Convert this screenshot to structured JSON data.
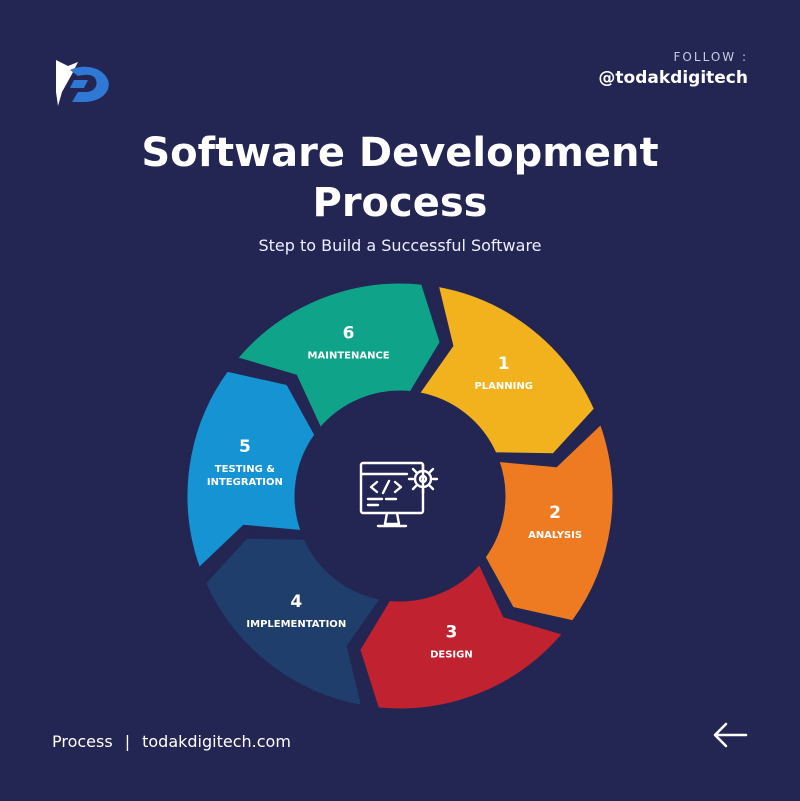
{
  "header": {
    "follow_label": "FOLLOW :",
    "follow_handle": "@todakdigitech"
  },
  "title_line1": "Software Development",
  "title_line2": "Process",
  "subtitle": "Step to Build a Successful Software",
  "steps": [
    {
      "number": "1",
      "label_lines": [
        "PLANNING"
      ],
      "color": "#f2b21d"
    },
    {
      "number": "2",
      "label_lines": [
        "ANALYSIS"
      ],
      "color": "#ee7b22"
    },
    {
      "number": "3",
      "label_lines": [
        "DESIGN"
      ],
      "color": "#c0222f"
    },
    {
      "number": "4",
      "label_lines": [
        "IMPLEMENTATION"
      ],
      "color": "#203e6b"
    },
    {
      "number": "5",
      "label_lines": [
        "TESTING &",
        "INTEGRATION"
      ],
      "color": "#1593d3"
    },
    {
      "number": "6",
      "label_lines": [
        "MAINTENANCE"
      ],
      "color": "#0fa48a"
    }
  ],
  "center_icon": "code-monitor-gear-icon",
  "footer": {
    "left": "Process",
    "separator": "|",
    "right": "todakdigitech.com"
  },
  "colors": {
    "background": "#232552",
    "text": "#ffffff"
  }
}
